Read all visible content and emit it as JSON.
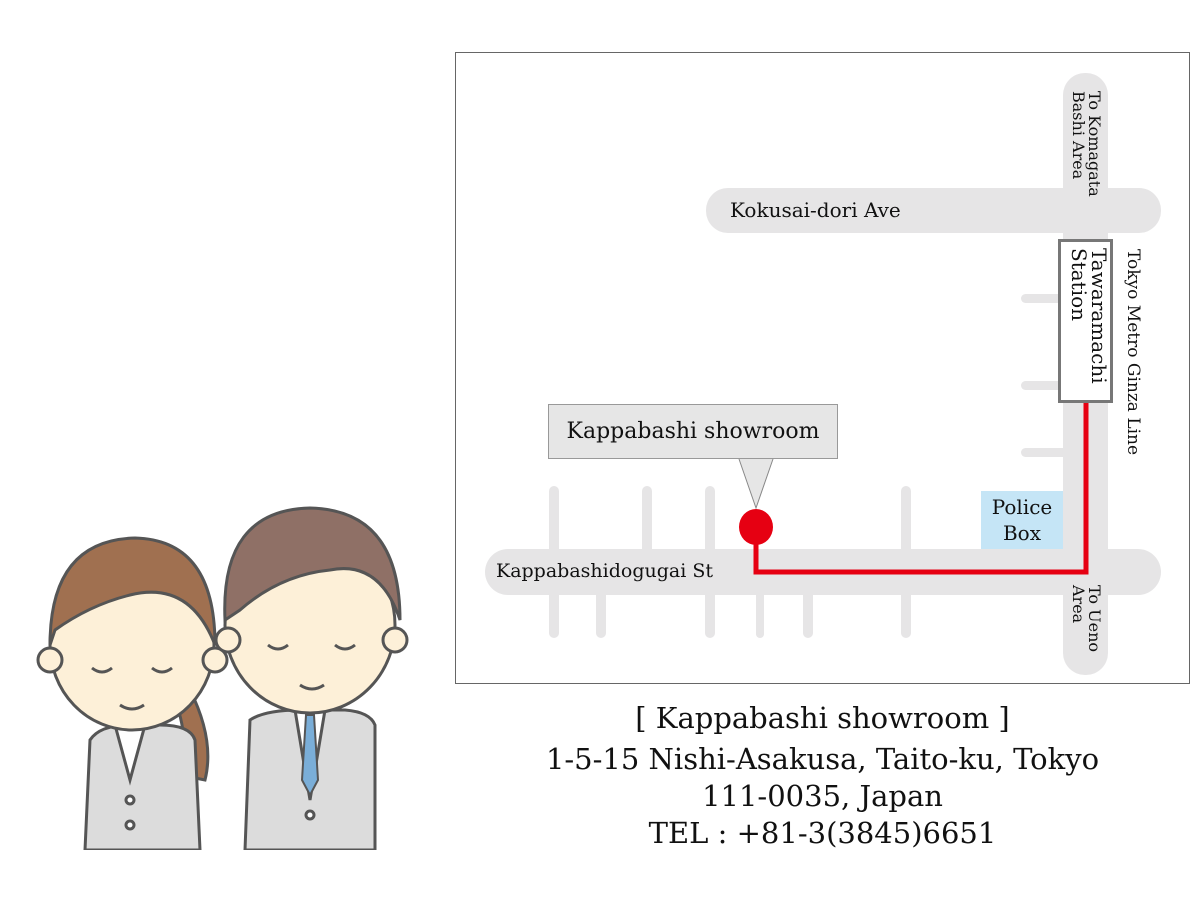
{
  "map": {
    "roads": {
      "kokusai": "Kokusai-dori Ave",
      "kappabashi": "Kappabashidogugai St"
    },
    "directions": {
      "north": "To Komagata Bashi Area",
      "south": "To Ueno Area"
    },
    "station": "Tawaramachi Station",
    "line": "Tokyo Metro Ginza Line",
    "police_box": "Police Box",
    "destination_label": "Kappabashi showroom",
    "colors": {
      "road": "#e6e5e6",
      "route": "#e60012",
      "police_box": "#c5e5f6"
    }
  },
  "address": {
    "title": "[ Kappabashi showroom ]",
    "line1": "1-5-15 Nishi-Asakusa, Taito-ku, Tokyo",
    "line2": "111-0035, Japan",
    "tel": "TEL : +81-3(3845)6651"
  }
}
